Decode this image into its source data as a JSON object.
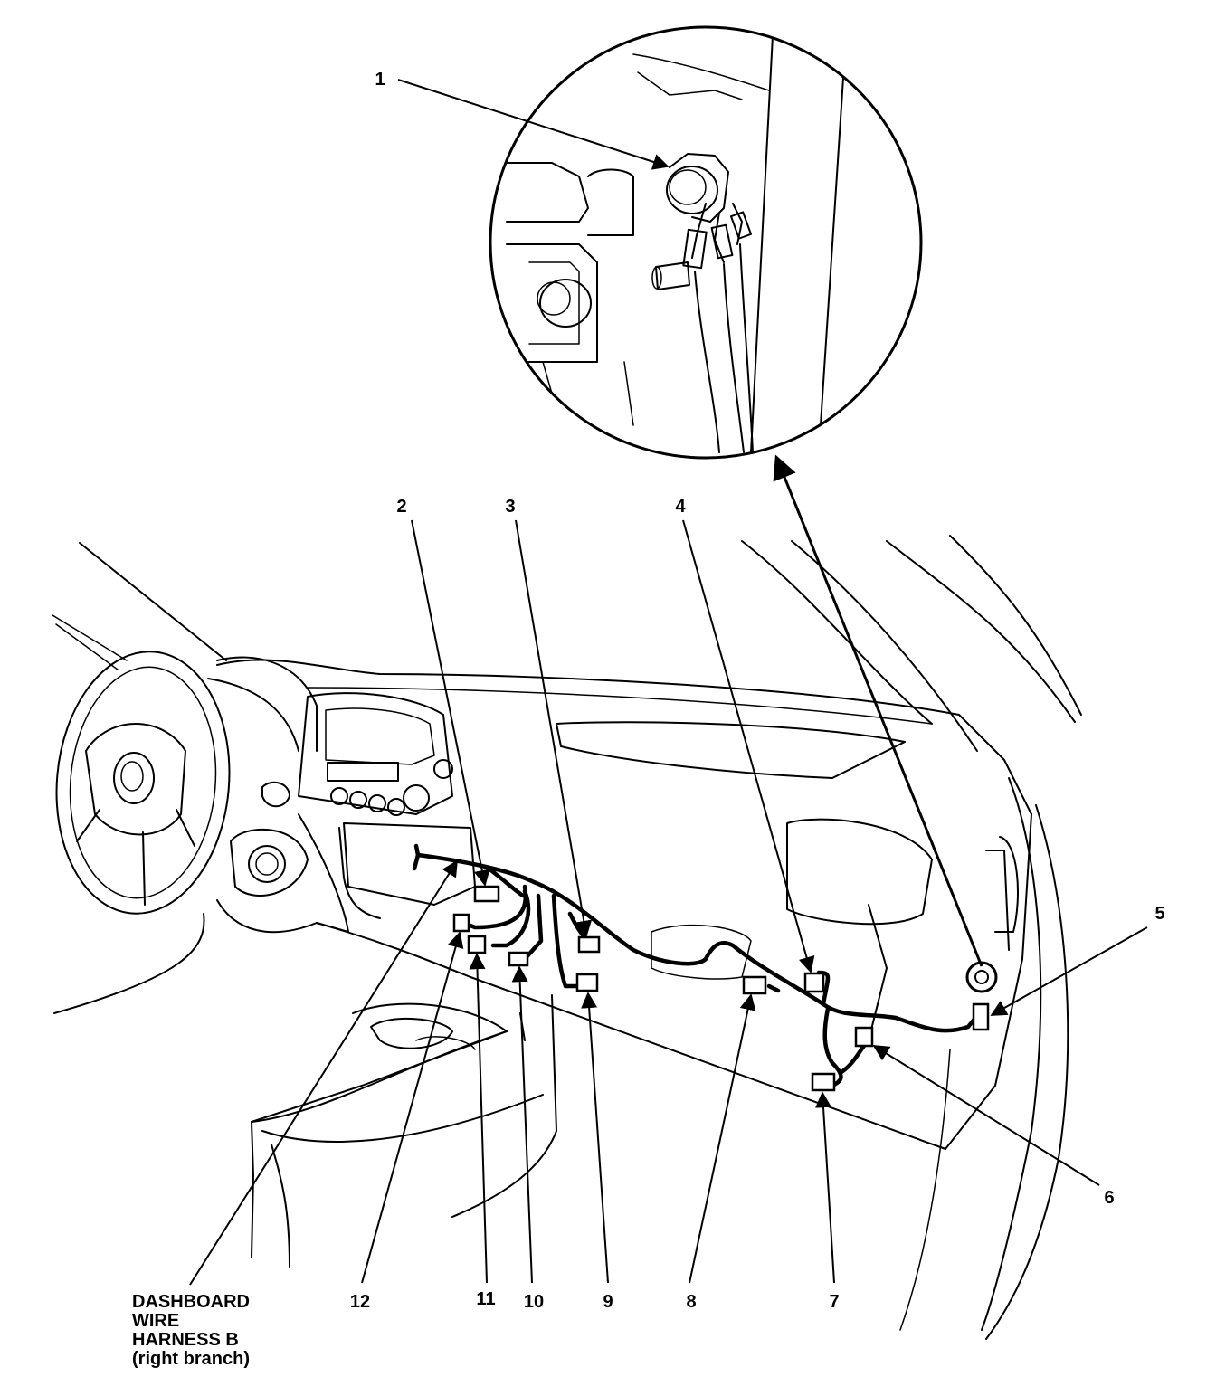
{
  "diagram": {
    "callouts": {
      "c1": "1",
      "c2": "2",
      "c3": "3",
      "c4": "4",
      "c5": "5",
      "c6": "6",
      "c7": "7",
      "c8": "8",
      "c9": "9",
      "c10": "10",
      "c11": "11",
      "c12": "12"
    },
    "harness_label": {
      "line1": "DASHBOARD",
      "line2": "WIRE",
      "line3": "HARNESS B",
      "line4": "(right branch)"
    }
  }
}
